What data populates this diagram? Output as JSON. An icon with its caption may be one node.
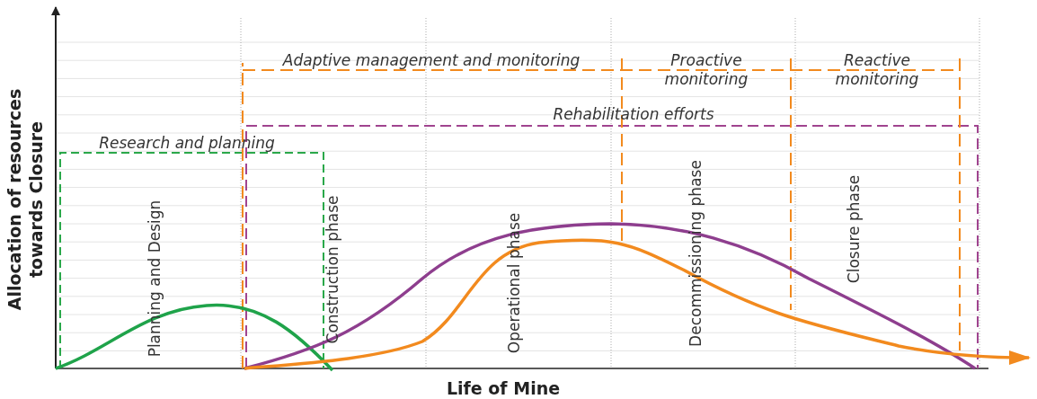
{
  "diagram": {
    "labels": [
      "Adaptive management and monitoring",
      "Proactive monitoring",
      "Reactive monitoring",
      "Rehabilitation efforts",
      "Research and planning",
      "Planning and Design",
      "Construction phase",
      "Operational phase",
      "Decommissioning phase",
      "Closure phase",
      "Allocation of resources towards Closure",
      "Life of Mine"
    ]
  }
}
